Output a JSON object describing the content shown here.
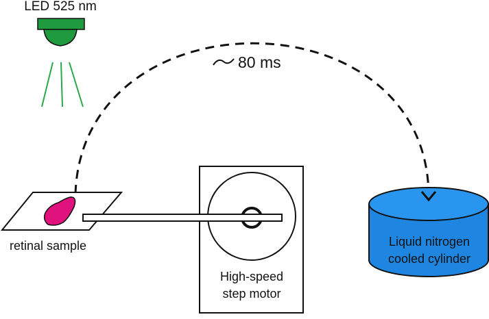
{
  "labels": {
    "led": "LED 525 nm",
    "timing": "80 ms",
    "sample": "retinal sample",
    "motor_line1": "High-speed",
    "motor_line2": "step motor",
    "cylinder_line1": "Liquid nitrogen",
    "cylinder_line2": "cooled cylinder"
  },
  "colors": {
    "led": "#1f9a3f",
    "light_rays": "#2aa84a",
    "sample": "#e0127e",
    "cylinder": "#1e86e0",
    "cylinder_top": "#2a95ee",
    "outline": "#111111"
  },
  "icons": {
    "approx": "tilde-approx-icon",
    "arrow": "arrowhead-down-icon"
  }
}
